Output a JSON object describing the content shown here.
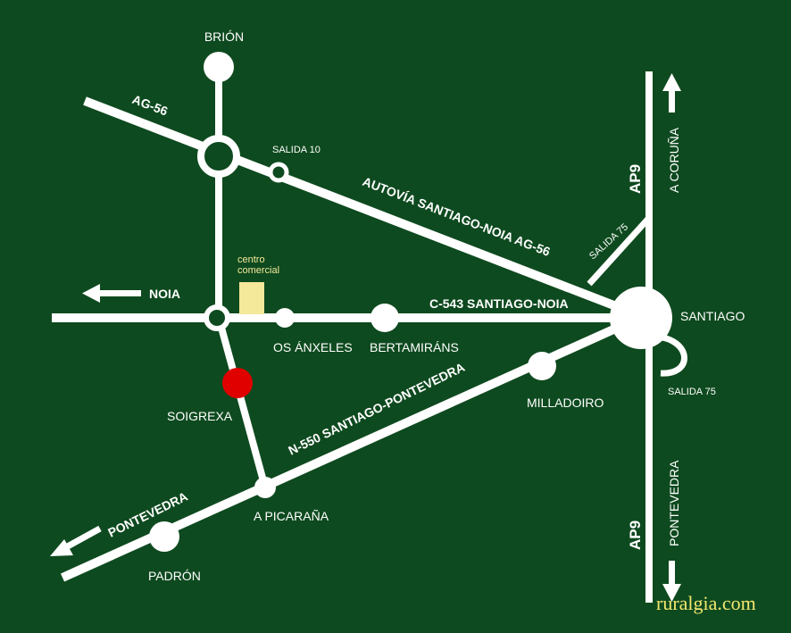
{
  "colors": {
    "background": "#0e4a1f",
    "road": "#ffffff",
    "destination": "#e00000",
    "mall": "#f4e89b",
    "watermark": "#f2e76e"
  },
  "places": {
    "brion": "BRIÓN",
    "noia": "NOIA",
    "santiago": "SANTIAGO",
    "os_anxeles": "OS ÁNXELES",
    "bertamirans": "BERTAMIRÁNS",
    "soigrexa": "SOIGREXA",
    "milladoiro": "MILLADOIRO",
    "a_picarana": "A PICARAÑA",
    "padron": "PADRÓN",
    "pontevedra_sw": "PONTEVEDRA",
    "a_coruna": "A CORUÑA",
    "pontevedra_s": "PONTEVEDRA"
  },
  "roads": {
    "ag56": "AG-56",
    "autovia": "AUTOVÍA SANTIAGO-NOIA AG-56",
    "c543": "C-543 SANTIAGO-NOIA",
    "n550": "N-550 SANTIAGO-PONTEVEDRA",
    "ap9_top": "AP9",
    "ap9_bottom": "AP9"
  },
  "exits": {
    "salida10": "SALIDA 10",
    "salida75_a": "SALIDA 75",
    "salida75_b": "SALIDA 75"
  },
  "landmarks": {
    "mall_line1": "centro",
    "mall_line2": "comercial"
  },
  "watermark": "ruralgia.com"
}
